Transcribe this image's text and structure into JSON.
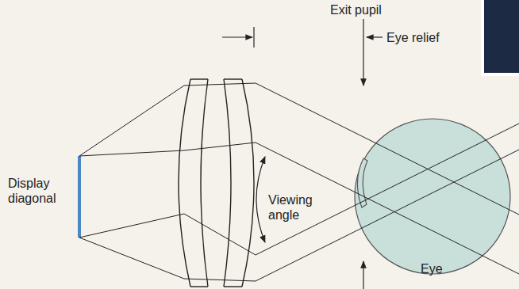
{
  "diagram": {
    "labels": [
      "Exit pupil",
      "Eye relief",
      "Display diagonal",
      "Viewing angle",
      "Eye"
    ]
  }
}
